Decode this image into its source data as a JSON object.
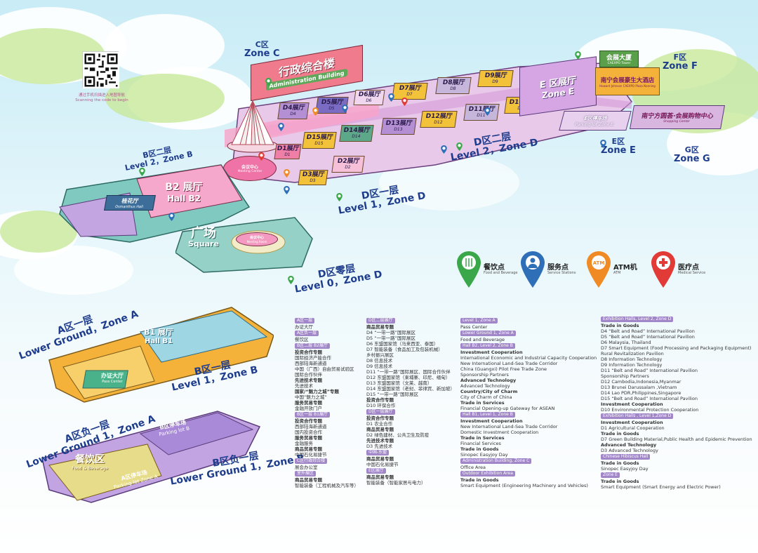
{
  "qr": {
    "caption_zh": "通过手机扫描进入地图导航",
    "caption_en": "Scanning the code to begin"
  },
  "zones": {
    "c": {
      "zh": "C区",
      "en": "Zone C"
    },
    "f": {
      "zh": "F区",
      "en": "Zone F"
    },
    "e": {
      "zh": "E区",
      "en": "Zone E"
    },
    "g": {
      "zh": "G区",
      "en": "Zone G"
    },
    "b2": {
      "zh": "B区二层",
      "en": "Level 2，Zone B"
    },
    "d2": {
      "zh": "D区二层",
      "en": "Level 2，Zone D"
    },
    "d1": {
      "zh": "D区一层",
      "en": "Level 1，Zone D"
    },
    "d0": {
      "zh": "D区零层",
      "en": "Level 0，Zone D"
    },
    "a1": {
      "zh": "A区一层",
      "en": "Lower Ground，Zone A"
    },
    "b1": {
      "zh": "B区一层",
      "en": "Level 1，Zone B"
    },
    "an1": {
      "zh": "A区负一层",
      "en": "Lower Ground 1，Zone A"
    },
    "bn1": {
      "zh": "B区负一层",
      "en": "Lower Ground 1，Zone B"
    }
  },
  "buildings": {
    "admin": {
      "zh": "行政综合楼",
      "en": "Administration Building"
    },
    "caexpo_tower": {
      "zh": "会展大厦",
      "en": "CAEXPO Tower"
    },
    "hotel": {
      "zh": "南宁会展豪生大酒店",
      "en": "Howard Johnson CAEXPO Plaza Nanning"
    },
    "mall": {
      "zh": "南宁方圆荟·会展购物中心",
      "en": "Shopping Center"
    },
    "square": {
      "zh": "广场",
      "en": "Square"
    },
    "osmanthus": {
      "zh": "桂花厅",
      "en": "Osmanthus Hall"
    },
    "hall_b2": {
      "zh": "B2 展厅",
      "en": "Hall B2"
    },
    "hall_b1": {
      "zh": "B1 展厅",
      "en": "Hall B1"
    },
    "hall_e": {
      "zh": "E 区展厅",
      "en": "Zone E"
    },
    "parking_e": {
      "zh": "E区停车场",
      "en": "Parking lot Zone E"
    },
    "parking_b": {
      "zh": "B区停车场",
      "en": "Parking lot B"
    },
    "parking_a": {
      "zh": "A区停车场",
      "en": "Parking lot Zone A"
    },
    "food_area": {
      "zh": "餐饮区",
      "en": "Food & Beverage"
    },
    "office": {
      "zh": "办证大厅",
      "en": "Pass Center"
    },
    "meeting_d": {
      "zh": "会议中心",
      "en": "Meeting Center"
    },
    "meeting_0": {
      "zh": "会议中心",
      "en": "Meeting Room"
    }
  },
  "halls": [
    {
      "zh": "D1展厅",
      "en": "D1"
    },
    {
      "zh": "D2展厅",
      "en": "D2"
    },
    {
      "zh": "D3展厅",
      "en": "D3"
    },
    {
      "zh": "D4展厅",
      "en": "D4"
    },
    {
      "zh": "D5展厅",
      "en": "D5"
    },
    {
      "zh": "D6展厅",
      "en": "D6"
    },
    {
      "zh": "D7展厅",
      "en": "D7"
    },
    {
      "zh": "D8展厅",
      "en": "D8"
    },
    {
      "zh": "D9展厅",
      "en": "D9"
    },
    {
      "zh": "D10展厅",
      "en": "D10"
    },
    {
      "zh": "D11展厅",
      "en": "D11"
    },
    {
      "zh": "D12展厅",
      "en": "D12"
    },
    {
      "zh": "D13展厅",
      "en": "D13"
    },
    {
      "zh": "D14展厅",
      "en": "D14"
    },
    {
      "zh": "D15展厅",
      "en": "D15"
    }
  ],
  "legend": [
    {
      "zh": "餐饮点",
      "en": "Food and Beverage",
      "color": "#3aa84a",
      "icon": "fork-knife-icon"
    },
    {
      "zh": "服务点",
      "en": "Service Stations",
      "color": "#2f6fb8",
      "icon": "person-icon"
    },
    {
      "zh": "ATM机",
      "en": "ATM",
      "color": "#f08a24",
      "icon": "atm-icon",
      "glyph": "ATM"
    },
    {
      "zh": "医疗点",
      "en": "Medical Service",
      "color": "#e23a36",
      "icon": "medical-cross-icon"
    }
  ],
  "directory": {
    "col1": [
      {
        "t": "sec",
        "v": "A区一层"
      },
      {
        "t": "line",
        "v": "办证大厅"
      },
      {
        "t": "sec",
        "v": "A区负一层"
      },
      {
        "t": "line",
        "v": "餐饮区"
      },
      {
        "t": "sec",
        "v": "B区二层 B2展厅"
      },
      {
        "t": "line",
        "v": "投资合作专题",
        "b": true
      },
      {
        "t": "line",
        "v": "国际经济产能合作"
      },
      {
        "t": "line",
        "v": "西部陆海新通道"
      },
      {
        "t": "line",
        "v": "中国（广西）自由贸易试验区"
      },
      {
        "t": "line",
        "v": "国际合作伙伴"
      },
      {
        "t": "line",
        "v": "先进技术专题",
        "b": true
      },
      {
        "t": "line",
        "v": "先进技术"
      },
      {
        "t": "line",
        "v": "国家/“魅力之城”专题",
        "b": true
      },
      {
        "t": "line",
        "v": "中国“魅力之城”"
      },
      {
        "t": "line",
        "v": "服务贸易专题",
        "b": true
      },
      {
        "t": "line",
        "v": "金融开放门户"
      },
      {
        "t": "sec",
        "v": "B区一层 B1展厅"
      },
      {
        "t": "line",
        "v": "投资合作专题",
        "b": true
      },
      {
        "t": "line",
        "v": "西部陆海新通道"
      },
      {
        "t": "line",
        "v": "国内投资合作"
      },
      {
        "t": "line",
        "v": "服务贸易专题",
        "b": true
      },
      {
        "t": "line",
        "v": "金融服务"
      },
      {
        "t": "line",
        "v": "商品贸易专题",
        "b": true
      },
      {
        "t": "line",
        "v": "中国石化易捷节"
      },
      {
        "t": "sec",
        "v": "C区行政综合楼"
      },
      {
        "t": "line",
        "v": "展会办公室"
      },
      {
        "t": "sec",
        "v": "室外展区"
      },
      {
        "t": "line",
        "v": "商品贸易专题",
        "b": true
      },
      {
        "t": "line",
        "v": "智能装备（工程机械及汽车等）"
      }
    ],
    "col2": [
      {
        "t": "sec",
        "v": "D区二层展厅"
      },
      {
        "t": "line",
        "v": "商品贸易专题",
        "b": true
      },
      {
        "t": "line",
        "v": "D4 “一带一路”国际展区"
      },
      {
        "t": "line",
        "v": "D5 “一带一路”国际展区"
      },
      {
        "t": "line",
        "v": "D6 东盟国家馆（马来西亚、泰国）"
      },
      {
        "t": "line",
        "v": "D7 智能装备（食品加工及包装机械）"
      },
      {
        "t": "line",
        "v": "乡村振兴展区"
      },
      {
        "t": "line",
        "v": "D8 信息技术"
      },
      {
        "t": "line",
        "v": "D9 信息技术"
      },
      {
        "t": "line",
        "v": "D11 “一带一路”国际展区、国际合作伙伴"
      },
      {
        "t": "line",
        "v": "D12 东盟国家馆（柬埔寨、印尼、缅甸）"
      },
      {
        "t": "line",
        "v": "D13 东盟国家馆（文莱、越南）"
      },
      {
        "t": "line",
        "v": "D14 东盟国家馆（老挝、菲律宾、新加坡）"
      },
      {
        "t": "line",
        "v": "D15 “一带一路”国际展区"
      },
      {
        "t": "line",
        "v": "投资合作专题",
        "b": true
      },
      {
        "t": "line",
        "v": "D10 环保合作"
      },
      {
        "t": "sec",
        "v": "D区一层展厅"
      },
      {
        "t": "line",
        "v": "投资合作专题",
        "b": true
      },
      {
        "t": "line",
        "v": "D1 农业合作"
      },
      {
        "t": "line",
        "v": "商品贸易专题",
        "b": true
      },
      {
        "t": "line",
        "v": "D2 绿色建材、公共卫生及防疫"
      },
      {
        "t": "line",
        "v": "先进技术专题",
        "b": true
      },
      {
        "t": "line",
        "v": "D3 先进技术"
      },
      {
        "t": "sec",
        "v": "中国-东盟"
      },
      {
        "t": "line",
        "v": "商品贸易专题",
        "b": true
      },
      {
        "t": "line",
        "v": "中国石化易捷节"
      },
      {
        "t": "sec",
        "v": "E区展厅"
      },
      {
        "t": "line",
        "v": "商品贸易专题",
        "b": true
      },
      {
        "t": "line",
        "v": "智能装备（智能家居与电力）"
      }
    ],
    "col3": [
      {
        "t": "sec",
        "v": "Level 1, Zone A"
      },
      {
        "t": "line",
        "v": "Pass Center"
      },
      {
        "t": "sec",
        "v": "Lower Ground 1, Zone A"
      },
      {
        "t": "line",
        "v": "Food and Beverage"
      },
      {
        "t": "sec",
        "v": "Hall B2, Level 2, Zone B"
      },
      {
        "t": "line",
        "v": "Investment Cooperation",
        "b": true
      },
      {
        "t": "line",
        "v": "International Economic and Industrial Capacity Cooperation"
      },
      {
        "t": "line",
        "v": "New International Land-Sea Trade Corridor"
      },
      {
        "t": "line",
        "v": "China (Guangxi) Pilot Free Trade Zone"
      },
      {
        "t": "line",
        "v": "Sponsorship Partners"
      },
      {
        "t": "line",
        "v": "Advanced Technology",
        "b": true
      },
      {
        "t": "line",
        "v": "Advanced Technology"
      },
      {
        "t": "line",
        "v": "Country/City of Charm",
        "b": true
      },
      {
        "t": "line",
        "v": "City of Charm of China"
      },
      {
        "t": "line",
        "v": "Trade in Services",
        "b": true
      },
      {
        "t": "line",
        "v": "Financial Opening-up Gateway for ASEAN"
      },
      {
        "t": "sec",
        "v": "Hall B1, Level 1, Zone B"
      },
      {
        "t": "line",
        "v": "Investment Cooperation",
        "b": true
      },
      {
        "t": "line",
        "v": "New International Land-Sea Trade Corridor"
      },
      {
        "t": "line",
        "v": "Domestic Investment Cooperation"
      },
      {
        "t": "line",
        "v": "Trade in Services",
        "b": true
      },
      {
        "t": "line",
        "v": "Financial Services"
      },
      {
        "t": "line",
        "v": "Trade in Goods",
        "b": true
      },
      {
        "t": "line",
        "v": "Sinopec Easyjoy Day"
      },
      {
        "t": "sec",
        "v": "Administration Building, Zone C"
      },
      {
        "t": "line",
        "v": "Office Area"
      },
      {
        "t": "sec",
        "v": "Outdoor Exhibition Area"
      },
      {
        "t": "line",
        "v": "Trade in Goods",
        "b": true
      },
      {
        "t": "line",
        "v": "Smart Equipment (Engineering Machinery and Vehicles)"
      }
    ],
    "col4": [
      {
        "t": "sec",
        "v": "Exhibition Halls, Level 2, Zone D"
      },
      {
        "t": "line",
        "v": "Trade in Goods",
        "b": true
      },
      {
        "t": "line",
        "v": "D4   “Belt and Road” International Pavilion"
      },
      {
        "t": "line",
        "v": "D5   “Belt and Road” International Pavilion"
      },
      {
        "t": "line",
        "v": "D6   Malaysia, Thailand"
      },
      {
        "t": "line",
        "v": "D7   Smart Equipment (Food Processing and Packaging Equipment)"
      },
      {
        "t": "line",
        "v": "        Rural Revitalization Pavilion"
      },
      {
        "t": "line",
        "v": "D8   Information Technology"
      },
      {
        "t": "line",
        "v": "D9   Information Technology"
      },
      {
        "t": "line",
        "v": "D11 “Belt and Road” International Pavilion"
      },
      {
        "t": "line",
        "v": "        Sponsorship Partners"
      },
      {
        "t": "line",
        "v": "D12 Cambodia,Indonesia,Myanmar"
      },
      {
        "t": "line",
        "v": "D13 Brunei Darussalam ,Vietnam"
      },
      {
        "t": "line",
        "v": "D14 Lao PDR,Philippines,Singapore"
      },
      {
        "t": "line",
        "v": "D15 “Belt and Road” International Pavilion"
      },
      {
        "t": "line",
        "v": "Investment Cooperation",
        "b": true
      },
      {
        "t": "line",
        "v": "D10 Environmental Protection Cooperation"
      },
      {
        "t": "sec",
        "v": "Exhibition Halls , Level 1,Zone D"
      },
      {
        "t": "line",
        "v": "Investment Cooperation",
        "b": true
      },
      {
        "t": "line",
        "v": "D1 Agricultural Cooperation"
      },
      {
        "t": "line",
        "v": "Trade in Goods",
        "b": true
      },
      {
        "t": "line",
        "v": "D7 Green Building Material,Public Health and Epidemic Prevention"
      },
      {
        "t": "line",
        "v": "Advanced Technology",
        "b": true
      },
      {
        "t": "line",
        "v": "D3 Advanced Technology"
      },
      {
        "t": "sec",
        "v": "Chinese Hibiscus Hall"
      },
      {
        "t": "line",
        "v": "Trade in Goods",
        "b": true
      },
      {
        "t": "line",
        "v": "Sinopec Easyjoy Day"
      },
      {
        "t": "sec",
        "v": "Zone E"
      },
      {
        "t": "line",
        "v": "Trade in Goods",
        "b": true
      },
      {
        "t": "line",
        "v": "Smart Equipment (Smart Energy and Electric Power)"
      }
    ]
  }
}
